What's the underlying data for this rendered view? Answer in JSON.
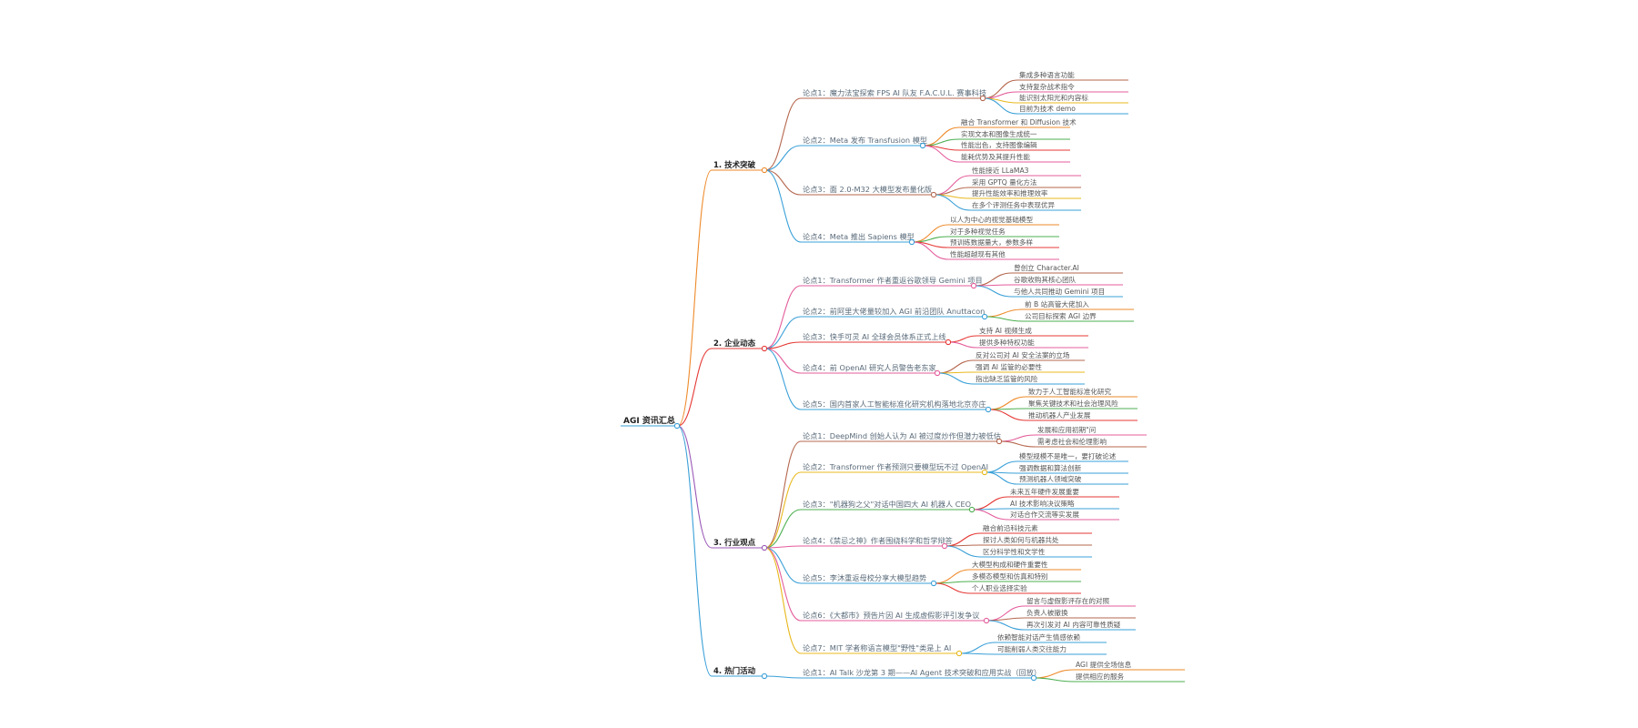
{
  "mindmap": {
    "root": "AGI 资讯汇总",
    "categories": [
      {
        "label": "1. 技术突破",
        "color": "#ee8a2a",
        "items": [
          {
            "label": "论点1：魔力法宝探索 FPS AI 队友 F.A.C.U.L. 赛事科技",
            "color": "#b5674e",
            "leaves": [
              {
                "text": "集成多种语言功能",
                "color": "#b5674e"
              },
              {
                "text": "支持复杂战术指令",
                "color": "#e45c9b"
              },
              {
                "text": "能识别太阳光和内容标",
                "color": "#e8b81c"
              },
              {
                "text": "目前为技术 demo",
                "color": "#3aa0d8"
              }
            ]
          },
          {
            "label": "论点2：Meta 发布 Transfusion 模型",
            "color": "#3aa0d8",
            "leaves": [
              {
                "text": "融合 Transformer 和 Diffusion 技术",
                "color": "#ee8a2a"
              },
              {
                "text": "实现文本和图像生成统一",
                "color": "#4caf50"
              },
              {
                "text": "性能出色，支持图像编辑",
                "color": "#e53935"
              },
              {
                "text": "能耗优势及其提升性能",
                "color": "#e45c9b"
              }
            ]
          },
          {
            "label": "论点3：面 2.0-M32 大模型发布量化版",
            "color": "#b5674e",
            "leaves": [
              {
                "text": "性能接近 LLaMA3",
                "color": "#e45c9b"
              },
              {
                "text": "采用 GPTQ 量化方法",
                "color": "#b5674e"
              },
              {
                "text": "提升性能效率和推理效率",
                "color": "#e8b81c"
              },
              {
                "text": "在多个评测任务中表现优异",
                "color": "#3aa0d8"
              }
            ]
          },
          {
            "label": "论点4：Meta 推出 Sapiens 模型",
            "color": "#3aa0d8",
            "leaves": [
              {
                "text": "以人为中心的视觉基础模型",
                "color": "#ee8a2a"
              },
              {
                "text": "对于多种视觉任务",
                "color": "#4caf50"
              },
              {
                "text": "预训练数据量大，参数多样",
                "color": "#e53935"
              },
              {
                "text": "性能超越现有其他",
                "color": "#e45c9b"
              }
            ]
          }
        ]
      },
      {
        "label": "2. 企业动态",
        "color": "#e53935",
        "items": [
          {
            "label": "论点1：Transformer 作者重返谷歌领导 Gemini 项目",
            "color": "#e45c9b",
            "leaves": [
              {
                "text": "曾创立 Character.AI",
                "color": "#b5674e"
              },
              {
                "text": "谷歌收购其核心团队",
                "color": "#e45c9b"
              },
              {
                "text": "与他人共同推动 Gemini 项目",
                "color": "#3aa0d8"
              }
            ]
          },
          {
            "label": "论点2：前阿里大佬量较加入 AGI 前沿团队 Anuttacon",
            "color": "#3aa0d8",
            "leaves": [
              {
                "text": "前 B 站高管大佬加入",
                "color": "#ee8a2a"
              },
              {
                "text": "公司目标探索 AGI 边界",
                "color": "#4caf50"
              }
            ]
          },
          {
            "label": "论点3：快手可灵 AI 全球会员体系正式上线",
            "color": "#e53935",
            "leaves": [
              {
                "text": "支持 AI 视频生成",
                "color": "#e53935"
              },
              {
                "text": "提供多种特权功能",
                "color": "#e45c9b"
              }
            ]
          },
          {
            "label": "论点4：前 OpenAI 研究人员警告老东家",
            "color": "#e45c9b",
            "leaves": [
              {
                "text": "反对公司对 AI 安全法案的立场",
                "color": "#b5674e"
              },
              {
                "text": "强调 AI 监管的必要性",
                "color": "#e8b81c"
              },
              {
                "text": "指出缺乏监管的风险",
                "color": "#3aa0d8"
              }
            ]
          },
          {
            "label": "论点5：国内首家人工智能标准化研究机构落地北京亦庄",
            "color": "#3aa0d8",
            "leaves": [
              {
                "text": "致力于人工智能标准化研究",
                "color": "#ee8a2a"
              },
              {
                "text": "聚焦关键技术和社会治理风险",
                "color": "#4caf50"
              },
              {
                "text": "推动机器人产业发展",
                "color": "#e53935"
              }
            ]
          }
        ]
      },
      {
        "label": "3. 行业观点",
        "color": "#9b59b6",
        "items": [
          {
            "label": "论点1：DeepMind 创始人认为 AI 被过度炒作但潜力被低估",
            "color": "#b5674e",
            "leaves": [
              {
                "text": "发展和应用初期\"问",
                "color": "#e45c9b"
              },
              {
                "text": "需考虑社会和伦理影响",
                "color": "#b5674e"
              }
            ]
          },
          {
            "label": "论点2：Transformer 作者预测只要模型玩不过 OpenAI",
            "color": "#e8b81c",
            "leaves": [
              {
                "text": "模型规模不是唯一，要打破论述",
                "color": "#3aa0d8"
              },
              {
                "text": "强调数据和算法创新",
                "color": "#3aa0d8"
              },
              {
                "text": "预测机器人领域突破",
                "color": "#3aa0d8"
              }
            ]
          },
          {
            "label": "论点3：\"机器狗之父\"对话中国四大 AI 机器人 CEO",
            "color": "#4caf50",
            "leaves": [
              {
                "text": "未来五年硬件发展重要",
                "color": "#e53935"
              },
              {
                "text": "AI 技术影响决议策略",
                "color": "#3aa0d8"
              },
              {
                "text": "对话合作交流等实发展",
                "color": "#e45c9b"
              }
            ]
          },
          {
            "label": "论点4：《禁忌之神》作者围绕科学和哲学辩答",
            "color": "#e45c9b",
            "leaves": [
              {
                "text": "融合前沿科技元素",
                "color": "#e53935"
              },
              {
                "text": "探讨人类如何与机器共处",
                "color": "#b5674e"
              },
              {
                "text": "区分科学性和文学性",
                "color": "#3aa0d8"
              }
            ]
          },
          {
            "label": "论点5：李沐重返母校分享大模型趋势",
            "color": "#3aa0d8",
            "leaves": [
              {
                "text": "大模型构成和硬件重要性",
                "color": "#ee8a2a"
              },
              {
                "text": "多模态模型和仿真和特别",
                "color": "#4caf50"
              },
              {
                "text": "个人职业选择实验",
                "color": "#e53935"
              }
            ]
          },
          {
            "label": "论点6：《大都市》预告片因 AI 生成虚假影评引发争议",
            "color": "#e45c9b",
            "leaves": [
              {
                "text": "留言与虚假影评存在的对照",
                "color": "#e45c9b"
              },
              {
                "text": "负责人被撤换",
                "color": "#b5674e"
              },
              {
                "text": "再次引发对 AI 内容可靠性质疑",
                "color": "#3aa0d8"
              }
            ]
          },
          {
            "label": "论点7：MIT 学者称语言模型\"野性\"类是上 AI",
            "color": "#e8b81c",
            "leaves": [
              {
                "text": "依赖智能对话产生情感依赖",
                "color": "#3aa0d8"
              },
              {
                "text": "可能削弱人类交往能力",
                "color": "#3aa0d8"
              }
            ]
          }
        ]
      },
      {
        "label": "4. 热门活动",
        "color": "#3aa0d8",
        "items": [
          {
            "label": "论点1：AI Talk 沙龙第 3 期——AI Agent 技术突破和应用实战（回放）",
            "color": "#3aa0d8",
            "leaves": [
              {
                "text": "AGI 提供全场信息",
                "color": "#ee8a2a"
              },
              {
                "text": "提供相应的服务",
                "color": "#4caf50"
              }
            ]
          }
        ]
      }
    ]
  }
}
